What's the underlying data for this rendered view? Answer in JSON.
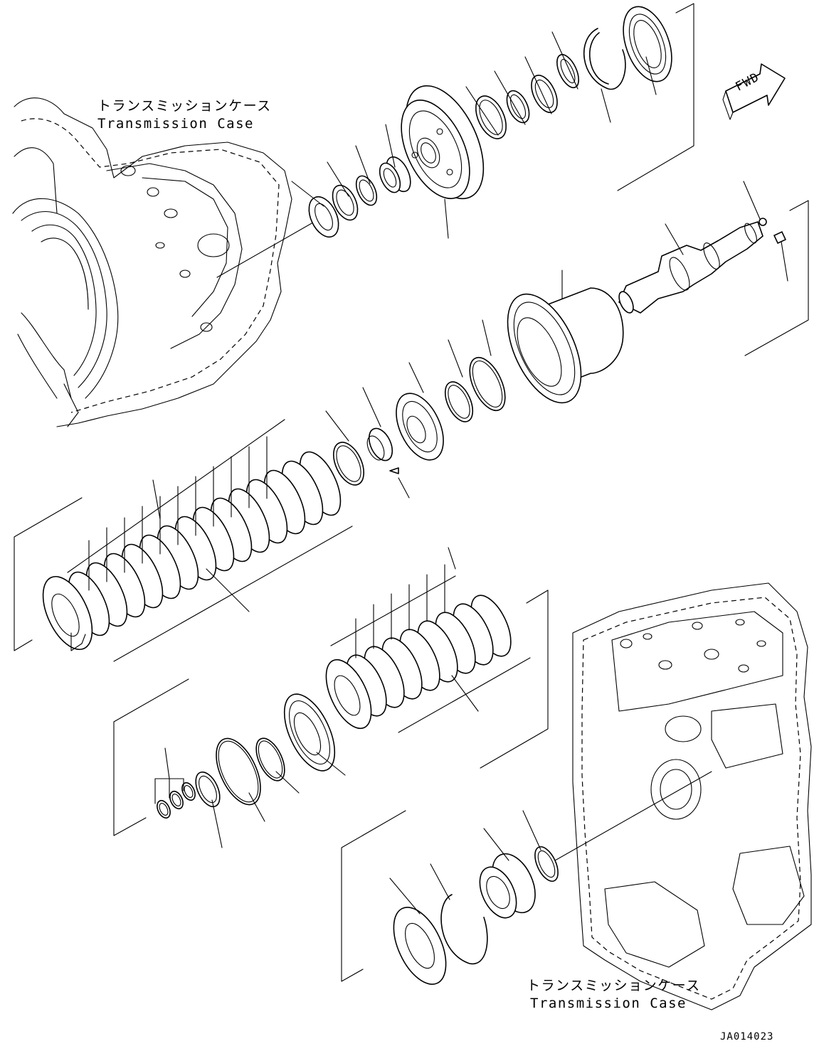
{
  "diagram": {
    "labels": {
      "case_top_jp": "トランスミッションケース",
      "case_top_en": "Transmission Case",
      "case_bottom_jp": "トランスミッションケース",
      "case_bottom_en": "Transmission Case",
      "fwd_arrow": "FWD",
      "drawing_code": "JA014023"
    }
  }
}
